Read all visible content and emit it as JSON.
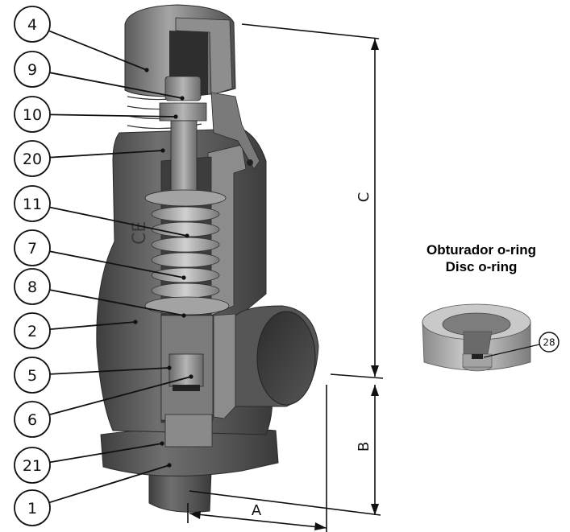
{
  "callouts": [
    {
      "label": "4"
    },
    {
      "label": "9"
    },
    {
      "label": "10"
    },
    {
      "label": "20"
    },
    {
      "label": "11"
    },
    {
      "label": "7"
    },
    {
      "label": "8"
    },
    {
      "label": "2"
    },
    {
      "label": "5"
    },
    {
      "label": "6"
    },
    {
      "label": "21"
    },
    {
      "label": "1"
    }
  ],
  "dimensions": {
    "a": "A",
    "b": "B",
    "c": "C"
  },
  "inset": {
    "title_line1": "Obturador o-ring",
    "title_line2": "Disc o-ring",
    "callout": "28"
  },
  "colors": {
    "metal_dark": "#4a4a4a",
    "metal_mid": "#6e6e6e",
    "metal_light": "#b8b8b8",
    "section_face": "#8a8a8a",
    "line": "#111111"
  }
}
